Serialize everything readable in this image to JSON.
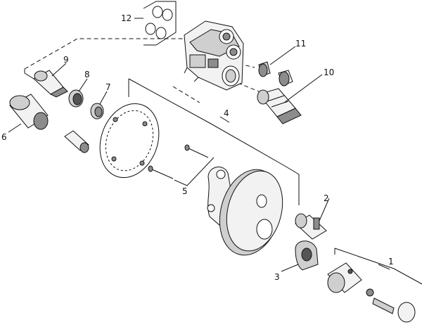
{
  "diagram": {
    "parts": [
      {
        "id": "p1",
        "label": "1"
      },
      {
        "id": "p2",
        "label": "2"
      },
      {
        "id": "p3",
        "label": "3"
      },
      {
        "id": "p4",
        "label": "4"
      },
      {
        "id": "p5",
        "label": "5"
      },
      {
        "id": "p6",
        "label": "6"
      },
      {
        "id": "p7",
        "label": "7"
      },
      {
        "id": "p8",
        "label": "8"
      },
      {
        "id": "p9",
        "label": "9"
      },
      {
        "id": "p10",
        "label": "10"
      },
      {
        "id": "p11",
        "label": "11"
      },
      {
        "id": "p12",
        "label": "12"
      }
    ]
  }
}
